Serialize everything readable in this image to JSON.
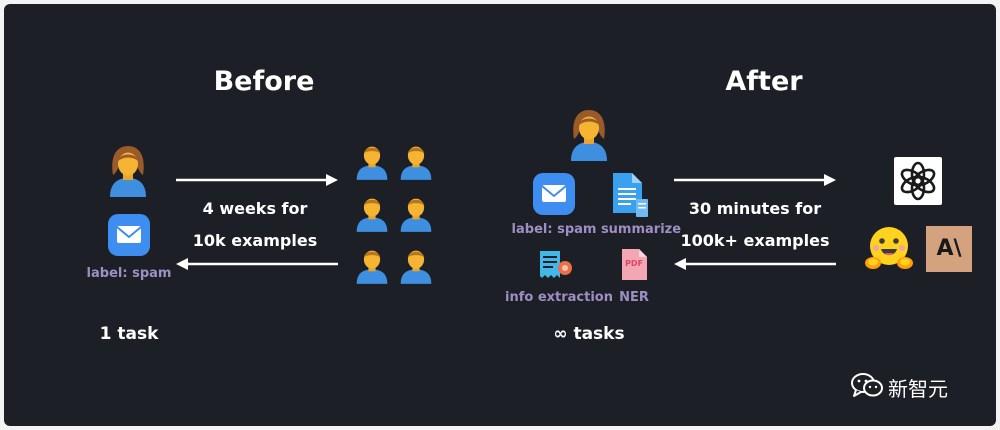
{
  "before": {
    "heading": "Before",
    "person_icon": "person-icon",
    "mail_icon": "mail-icon",
    "label": "label: spam",
    "arrow_text_line1": "4 weeks for",
    "arrow_text_line2": "10k examples",
    "team_icon": "person-icon",
    "footer": "1 task"
  },
  "after": {
    "heading": "After",
    "person_icon": "person-icon",
    "tasks": [
      {
        "icon": "mail-icon",
        "label": "label: spam"
      },
      {
        "icon": "document-icon",
        "label": "summarize"
      },
      {
        "icon": "receipt-icon",
        "label": "info extraction"
      },
      {
        "icon": "pdf-icon",
        "label": "NER",
        "icon_text": "PDF"
      }
    ],
    "arrow_text_line1": "30 minutes for",
    "arrow_text_line2": "100k+ examples",
    "models": [
      "openai-logo",
      "huggingface-logo",
      "anthropic-logo"
    ],
    "anthropic_mark": "A\\",
    "footer": "∞ tasks"
  },
  "watermark": {
    "icon": "wechat-icon",
    "text": "新智元"
  },
  "colors": {
    "background": "#1d1f26",
    "text": "#ffffff",
    "label": "#9d8fc3",
    "person_shirt": "#3f8fe0",
    "person_hair": "#9a5a2a",
    "person_skin": "#f5b431",
    "mail_blue": "#3d8ef0"
  }
}
